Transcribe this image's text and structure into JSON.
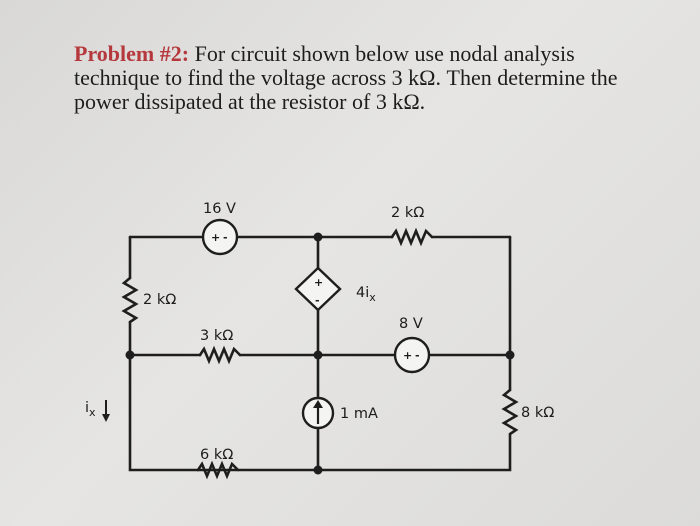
{
  "problem": {
    "label": "Problem #2:",
    "text": " For circuit shown below use nodal analysis technique to find the voltage across 3 kΩ. Then determine the power dissipated at the resistor of 3 kΩ."
  },
  "circuit": {
    "labels": {
      "v16": "16 V",
      "r_top_right": "2 kΩ",
      "r_left": "2 kΩ",
      "r_mid": "3 kΩ",
      "dep_src": "4i",
      "dep_sub": "x",
      "v8": "8 V",
      "i_src": "1 mA",
      "r_right": "8 kΩ",
      "r_bot": "6 kΩ",
      "ix_main": "i",
      "ix_sub": "x",
      "plus": "+",
      "minus": "-"
    }
  }
}
